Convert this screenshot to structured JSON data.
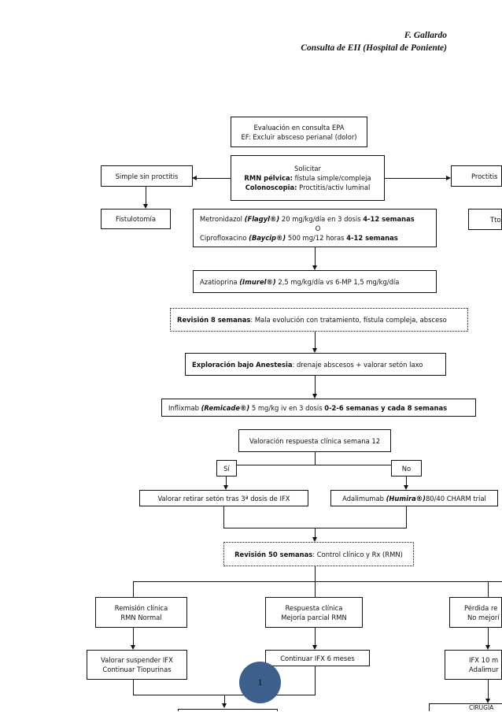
{
  "header": {
    "author": "F. Gallardo",
    "subtitle": "Consulta de EII (Hospital de Poniente)"
  },
  "boxes": {
    "eval1": "Evaluación en consulta EPA",
    "eval2": "EF: Excluir absceso perianal (dolor)",
    "sol1": "Solicitar",
    "sol2b": "RMN pélvica:",
    "sol2": " fístula simple/compleja",
    "sol3b": "Colonoscopia:",
    "sol3": " Proctitis/activ luminal",
    "simple": "Simple sin proctitis",
    "proctitis": "Proctitis",
    "fistulotomia": "Fistulotomía",
    "tto": "Tto",
    "metro_a": "Metronidazol ",
    "metro_b": "(Flagyl®)",
    "metro_c": " 20 mg/kg/día en 3 dosis ",
    "metro_d": "4-12 semanas",
    "o": "O",
    "cipro_a": "Ciprofloxacino ",
    "cipro_b": "(Baycip®)",
    "cipro_c": " 500 mg/12 horas ",
    "cipro_d": "4-12 semanas",
    "aza_a": "Azatioprina ",
    "aza_b": "(Imurel®)",
    "aza_c": " 2,5 mg/kg/día vs 6-MP 1,5 mg/kg/día",
    "rev8_a": "Revisión  8 semanas",
    "rev8_b": ": Mala evolución con tratamiento, fístula compleja, absceso",
    "exp_a": "Exploración bajo Anestesia",
    "exp_b": ":  drenaje abscesos + valorar setón laxo",
    "ifx_a": "Inflixmab ",
    "ifx_b": "(Remicade®)",
    "ifx_c": " 5 mg/kg iv en 3 dosis ",
    "ifx_d": "0-2-6 semanas y cada 8 semanas",
    "valoracion": "Valoración respuesta clínica semana 12",
    "si": "Sí",
    "no": "No",
    "retirar": "Valorar retirar setón tras 3ª dosis de IFX",
    "ada_a": "Adalimumab ",
    "ada_b": "(Humira®)",
    "ada_c": "80/40 CHARM trial",
    "rev50_a": "Revisión  50 semanas",
    "rev50_b": ": Control clínico y Rx (RMN)",
    "rem1": "Remisión clínica",
    "rem2": "RMN Normal",
    "resp1": "Respuesta clínica",
    "resp2": "Mejoría parcial RMN",
    "perd1": "Pérdida re",
    "perd2": "No mejorí",
    "susp1": "Valorar suspender IFX",
    "susp2": "Continuar Tiopurinas",
    "cont": "Continuar IFX 6 meses",
    "ifx10_1": "IFX 10 m",
    "ifx10_2": "Adalimur",
    "cirugia": "CIRUGÍA"
  },
  "page_number": "1",
  "colors": {
    "page_badge": "#3d5f8c"
  }
}
